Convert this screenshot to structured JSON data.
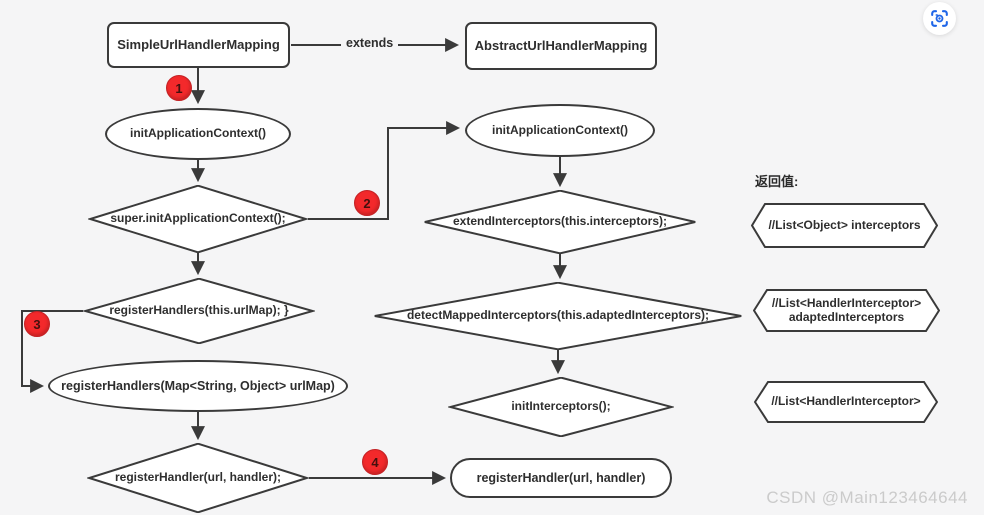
{
  "classes": {
    "simple": "SimpleUrlHandlerMapping",
    "extends_label": "extends",
    "abstract": "AbstractUrlHandlerMapping"
  },
  "left_flow": {
    "init_context": "initApplicationContext()",
    "super_init": "super.initApplicationContext();",
    "register_handlers_this": "registerHandlers(this.urlMap); }",
    "register_handlers_map": "registerHandlers(Map<String, Object> urlMap)",
    "register_handler_call": "registerHandler(url, handler);",
    "register_handler_final": "registerHandler(url, handler)"
  },
  "right_flow": {
    "init_context": "initApplicationContext()",
    "extend_interceptors": "extendInterceptors(this.interceptors);",
    "detect_mapped": "detectMappedInterceptors(this.adaptedInterceptors);",
    "init_interceptors": "initInterceptors();"
  },
  "returns": {
    "title": "返回值:",
    "hex1": "//List<Object> interceptors",
    "hex2_line1": "//List<HandlerInterceptor>",
    "hex2_line2": "adaptedInterceptors",
    "hex3": "//List<HandlerInterceptor>"
  },
  "badges": {
    "b1": "1",
    "b2": "2",
    "b3": "3",
    "b4": "4"
  },
  "watermark": "CSDN @Main123464644",
  "icons": {
    "screenshot": "screenshot-capture-icon"
  },
  "colors": {
    "background": "#f5f5f6",
    "line": "#3a3a3a",
    "badge_red": "#f3292b",
    "icon_blue": "#1f66e8",
    "watermark_gray": "#cbcbcb"
  }
}
